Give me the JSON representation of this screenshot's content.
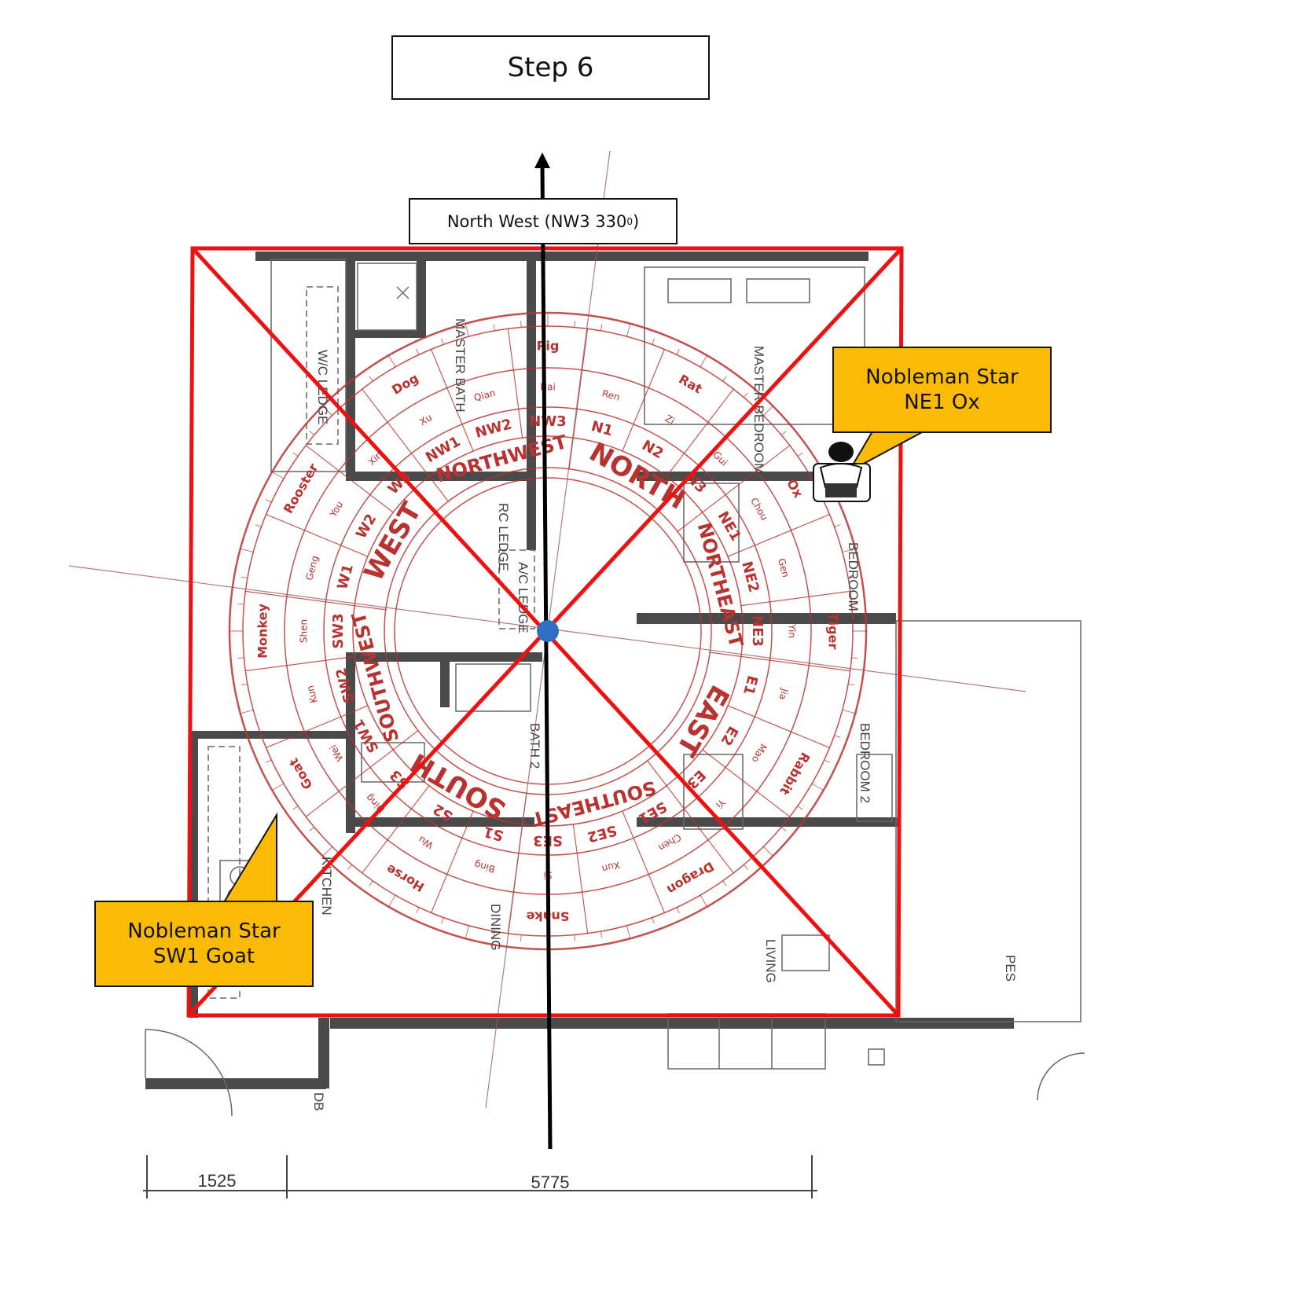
{
  "title": "Step 6",
  "facing_label": "North West (NW3 330",
  "facing_degree_sup": "0",
  "facing_label_end": ")",
  "facing_bearing": 330,
  "callouts": {
    "ne": {
      "line1": "Nobleman Star",
      "line2": "NE1 Ox"
    },
    "sw": {
      "line1": "Nobleman Star",
      "line2": "SW1 Goat"
    }
  },
  "rooms": {
    "master_bedroom": "MASTER BEDROOM",
    "master_bath": "MASTER BATH",
    "wc_ledge": "W/C LEDGE",
    "rc_ledge": "RC LEDGE",
    "ac_ledge": "A/C LEDGE",
    "bath2": "BATH 2",
    "bedroom3": "BEDROOM 3",
    "bedroom2": "BEDROOM 2",
    "kitchen": "KITCHEN",
    "dining": "DINING",
    "living": "LIVING",
    "pes": "PES",
    "db": "DB"
  },
  "dimensions": {
    "left": "1525",
    "right": "5775"
  },
  "compass": {
    "directions": [
      "NORTH",
      "NORTHEAST",
      "EAST",
      "SOUTHEAST",
      "SOUTH",
      "SOUTHWEST",
      "WEST",
      "NORTHWEST"
    ],
    "sectors": [
      "N1",
      "N2",
      "N3",
      "NE1",
      "NE2",
      "NE3",
      "E1",
      "E2",
      "E3",
      "SE1",
      "SE2",
      "SE3",
      "S1",
      "S2",
      "S3",
      "SW1",
      "SW2",
      "SW3",
      "W1",
      "W2",
      "W3",
      "NW1",
      "NW2",
      "NW3"
    ],
    "mountains": [
      "Ren",
      "Zi",
      "Gui",
      "Chou",
      "Gen",
      "Yin",
      "Jia",
      "Mao",
      "Yi",
      "Chen",
      "Xun",
      "Si",
      "Bing",
      "Wu",
      "Ding",
      "Wei",
      "Kun",
      "Shen",
      "Geng",
      "You",
      "Xin",
      "Xu",
      "Qian",
      "Hai"
    ],
    "animals": [
      "Rat",
      "Ox",
      "Tiger",
      "Rabbit",
      "Dragon",
      "Snake",
      "Horse",
      "Goat",
      "Monkey",
      "Rooster",
      "Dog",
      "Pig"
    ]
  },
  "colors": {
    "compass": "#b8322f",
    "square": "#ee1111",
    "callout": "#fbbb05",
    "wall": "#444444",
    "center": "#2e6fc4"
  }
}
